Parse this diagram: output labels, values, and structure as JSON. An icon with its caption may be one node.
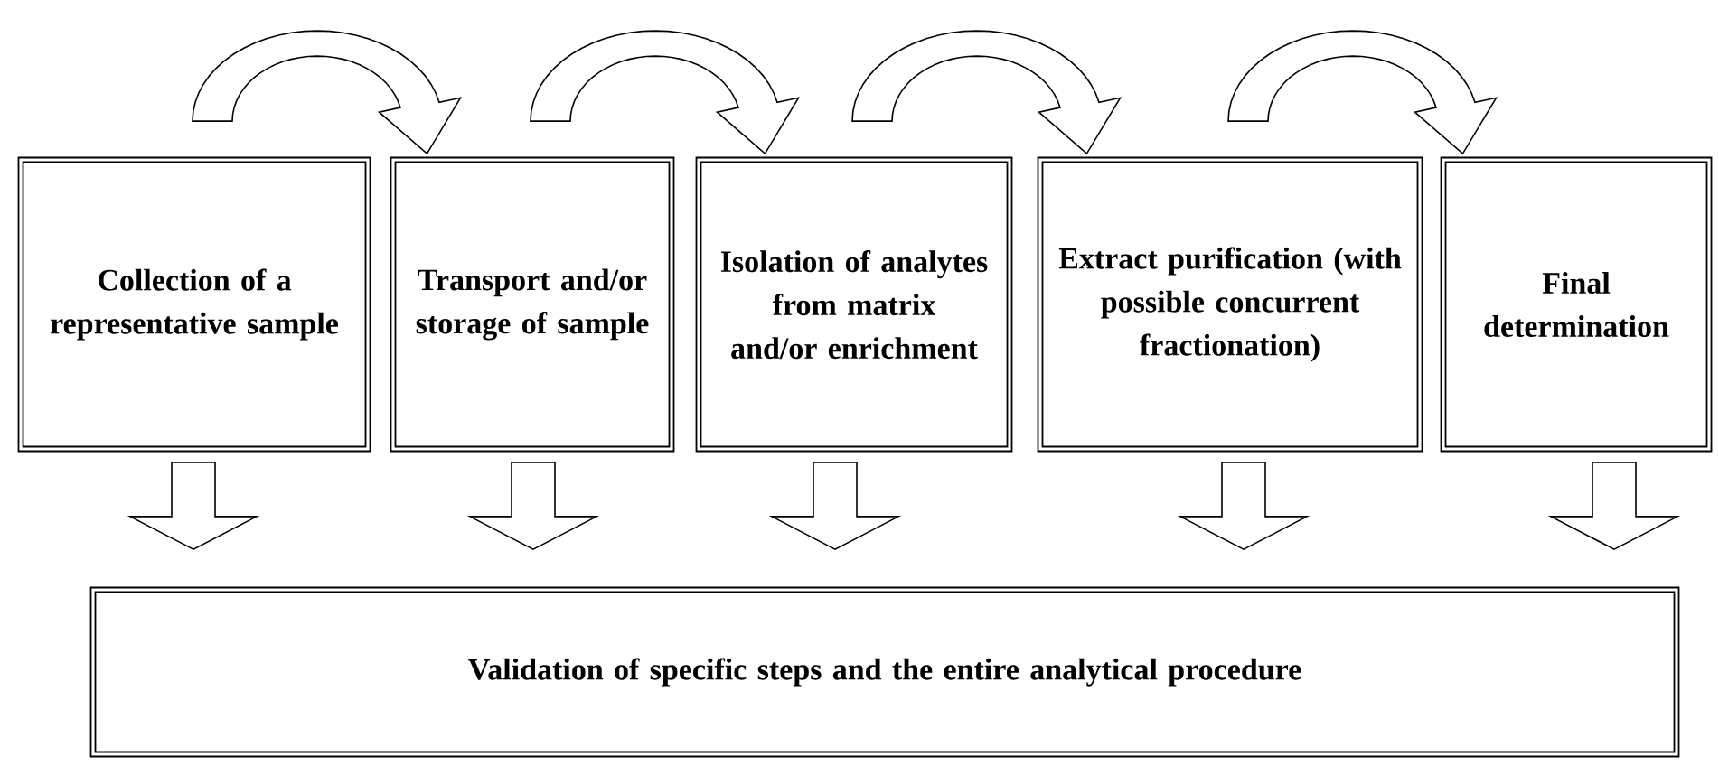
{
  "diagram": {
    "nodes": [
      {
        "text": [
          "Collection of a representative sample"
        ]
      },
      {
        "text": [
          "Transport and/or storage of sample"
        ]
      },
      {
        "text": [
          "Isolation of analytes from matrix and/or enrichment"
        ]
      },
      {
        "text": [
          "Extract purification (with possible concurrent fractionation)"
        ]
      },
      {
        "text": [
          "Final determination"
        ]
      },
      {
        "text": [
          "Validation of specific steps and the entire analytical procedure"
        ]
      }
    ],
    "edges": [
      {
        "from": 0,
        "to": 1,
        "arrow": "to"
      },
      {
        "from": 1,
        "to": 2,
        "arrow": "to"
      },
      {
        "from": 2,
        "to": 3,
        "arrow": "to"
      },
      {
        "from": 3,
        "to": 4,
        "arrow": "to"
      },
      {
        "from": 0,
        "to": 5,
        "arrow": "to"
      },
      {
        "from": 1,
        "to": 5,
        "arrow": "to"
      },
      {
        "from": 2,
        "to": 5,
        "arrow": "to"
      },
      {
        "from": 3,
        "to": 5,
        "arrow": "to"
      },
      {
        "from": 4,
        "to": 5,
        "arrow": "to"
      }
    ]
  }
}
